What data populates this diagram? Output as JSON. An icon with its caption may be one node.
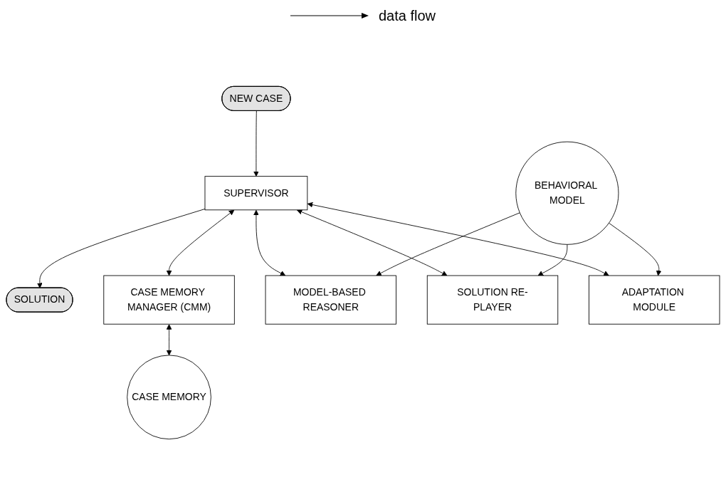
{
  "diagram": {
    "nodes": [
      {
        "text": [
          "NEW CASE"
        ]
      },
      {
        "text": [
          "SOLUTION"
        ]
      },
      {
        "text": [
          "CASE MEMORY MANAGER (CMM)"
        ]
      },
      {
        "text": [
          "SUPERVISOR"
        ]
      },
      {
        "text": [
          "MODEL-BASED REASONER"
        ]
      },
      {
        "text": [
          "SOLUTION RE-PLAYER"
        ]
      },
      {
        "text": [
          "CASE MEMORY"
        ]
      },
      {
        "text": [
          "BEHAVIORAL MODEL"
        ]
      },
      {
        "text": [
          "ADAPTATION MODULE"
        ]
      }
    ],
    "edges": [
      {
        "from": 0,
        "to": 3,
        "arrow": "to"
      },
      {
        "from": 3,
        "to": 1,
        "arrow": "to"
      },
      {
        "from": 3,
        "to": 2,
        "arrow": "both"
      },
      {
        "from": 3,
        "to": 4,
        "arrow": "both"
      },
      {
        "from": 3,
        "to": 5,
        "arrow": "both"
      },
      {
        "from": 2,
        "to": 6,
        "arrow": "both"
      },
      {
        "from": 3,
        "to": 8,
        "arrow": "both"
      },
      {
        "from": 7,
        "to": 4,
        "arrow": "to"
      },
      {
        "from": 7,
        "to": 5,
        "arrow": "to"
      },
      {
        "from": 7,
        "to": 8,
        "arrow": "to"
      }
    ],
    "legend": [
      {
        "text": "data flow"
      }
    ]
  }
}
